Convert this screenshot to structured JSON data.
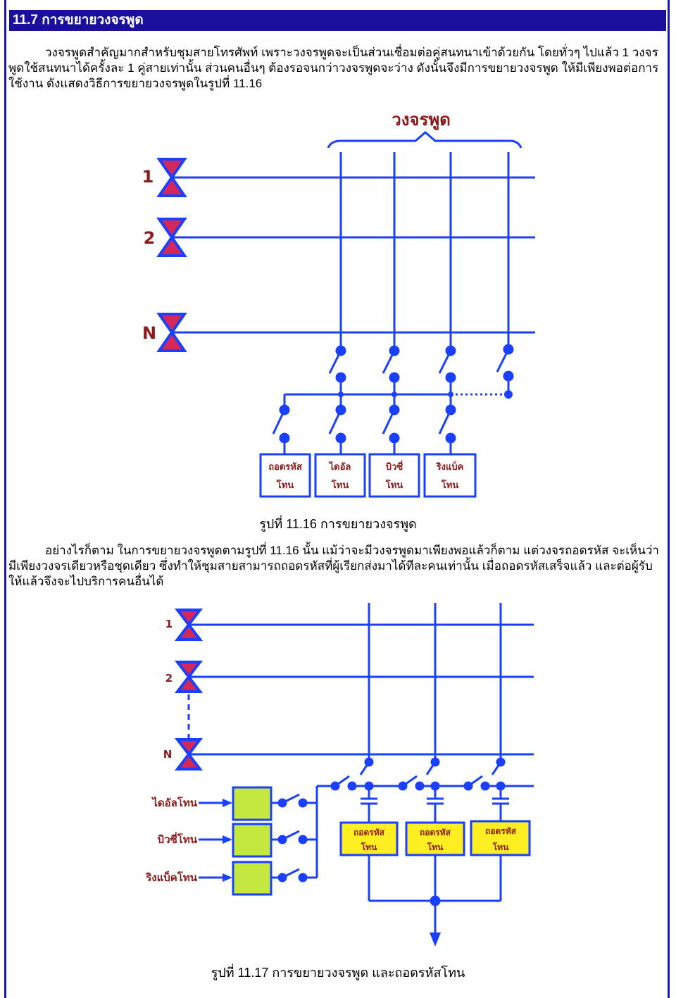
{
  "section": {
    "title": "11.7 การขยายวงจรพูด"
  },
  "paragraphs": [
    "วงจรพูดสำคัญมากสำหรับชุมสายโทรศัพท์ เพราะวงจรพูดจะเป็นส่วนเชื่อมต่อคู่สนทนาเข้าด้วยกัน โดยทั่วๆ ไปแล้ว 1 วงจรพูดใช้สนทนาได้ครั้งละ 1 คู่สายเท่านั้น ส่วนคนอื่นๆ ต้องรอจนกว่าวงจรพูดจะว่าง ดังนั้นจึงมีการขยายวงจรพูด ให้มีเพียงพอต่อการใช้งาน ดังแสดงวิธีการขยายวงจรพูดในรูปที่ 11.16",
    "อย่างไรก็ตาม ในการขยายวงจรพูดตามรูปที่ 11.16 นั้น แม้ว่าจะมีวงจรพูดมาเพียงพอแล้วก็ตาม แต่วงจรถอดรหัส จะเห็นว่า มีเพียงวงจรเดียวหรือชุดเดียว ซึ่งทำให้ชุมสายสามารถถอดรหัสที่ผู้เรียกส่งมาได้ทีละคนเท่านั้น เมื่อถอดรหัสเสร็จแล้ว และต่อผู้รับให้แล้วจึงจะไปบริการคนอื่นได้"
  ],
  "figure1": {
    "caption": "รูปที่ 11.16 การขยายวงจรพูด",
    "bracket_label": "วงจรพูด",
    "line_labels": [
      "1",
      "2",
      "N"
    ],
    "boxes": [
      {
        "line1": "ถอดรหัส",
        "line2": "โทน"
      },
      {
        "line1": "ไดอัล",
        "line2": "โทน"
      },
      {
        "line1": "บิวซี่",
        "line2": "โทน"
      },
      {
        "line1": "ริงแบ็ค",
        "line2": "โทน"
      }
    ]
  },
  "figure2": {
    "caption": "รูปที่ 11.17 การขยายวงจรพูด และถอดรหัสโทน",
    "line_labels": [
      "1",
      "2",
      "N"
    ],
    "tone_labels": [
      "ไดอัลโทน",
      "บิวซี่โทน",
      "ริงแบ็คโทน"
    ],
    "decoders": [
      {
        "line1": "ถอดรหัส",
        "line2": "โทน"
      },
      {
        "line1": "ถอดรหัส",
        "line2": "โทน"
      },
      {
        "line1": "ถอดรหัส",
        "line2": "โทน"
      }
    ]
  },
  "colors": {
    "header_bg": "#1a0f9c",
    "wire": "#1a3fff",
    "hourglass": "#d4285a",
    "label": "#8b1a1a",
    "decoder_fill": "#ffee22",
    "tone_fill": "#c4e840"
  }
}
